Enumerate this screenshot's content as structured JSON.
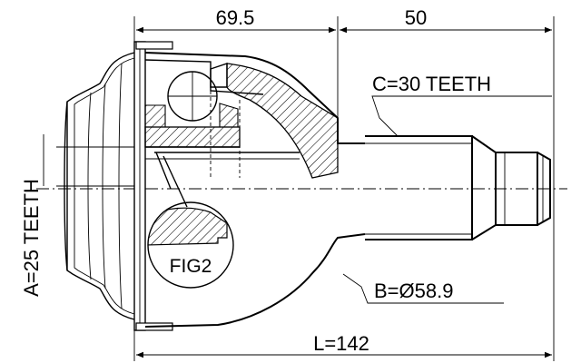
{
  "dimensions": {
    "top_left": "69.5",
    "top_right": "50",
    "total_length": "L=142",
    "inner_spline": "A=25 TEETH",
    "outer_spline": "C=30 TEETH",
    "diameter": "B=Ø58.9"
  },
  "figure_label": "FIG2"
}
